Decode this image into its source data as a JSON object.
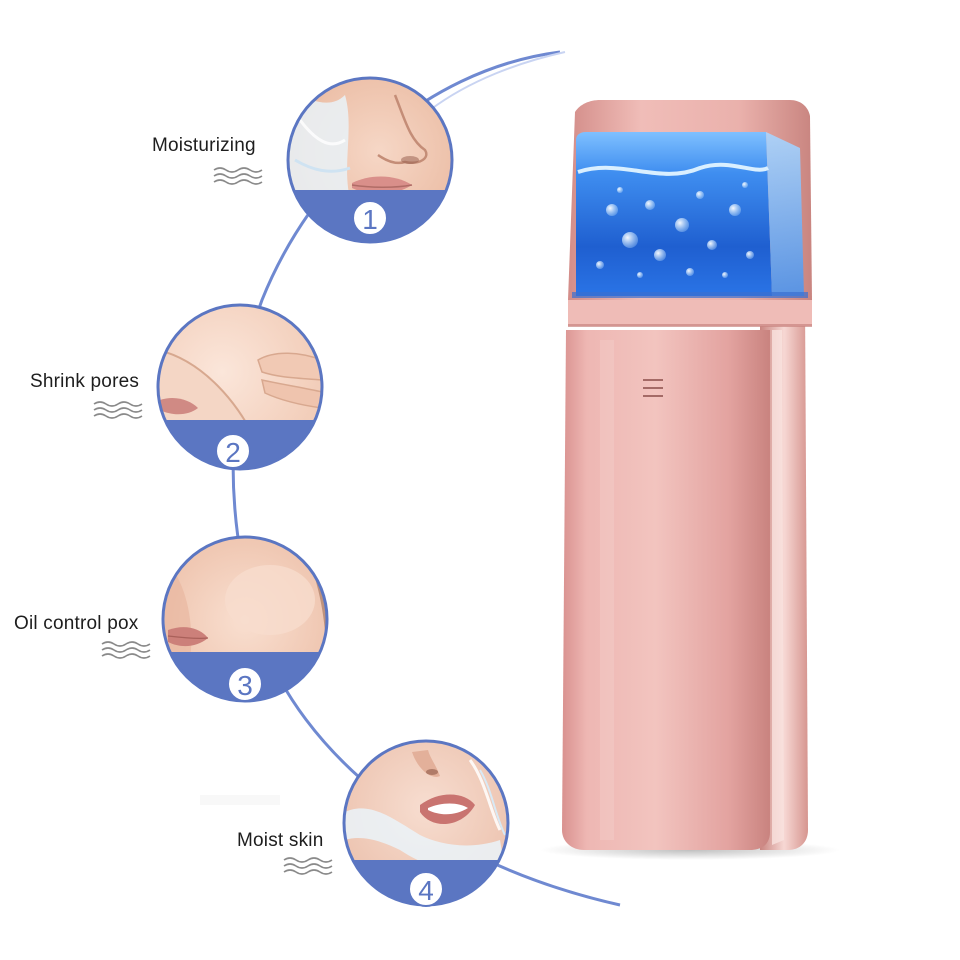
{
  "features": [
    {
      "label": "Moisturizing",
      "step": "1"
    },
    {
      "label": "Shrink pores",
      "step": "2"
    },
    {
      "label": "Oil control pox",
      "step": "3"
    },
    {
      "label": "Moist skin",
      "step": "4"
    }
  ],
  "device_name": "portable facial mist sprayer",
  "colors": {
    "accent_blue": "#5b76c2",
    "device_pink": "#e8a9a7",
    "water_blue": "#2f7de0",
    "label_text": "#1e1e1e",
    "wave_icon": "#8a8a8a"
  },
  "icons": [
    "wave-icon",
    "face-photo"
  ]
}
